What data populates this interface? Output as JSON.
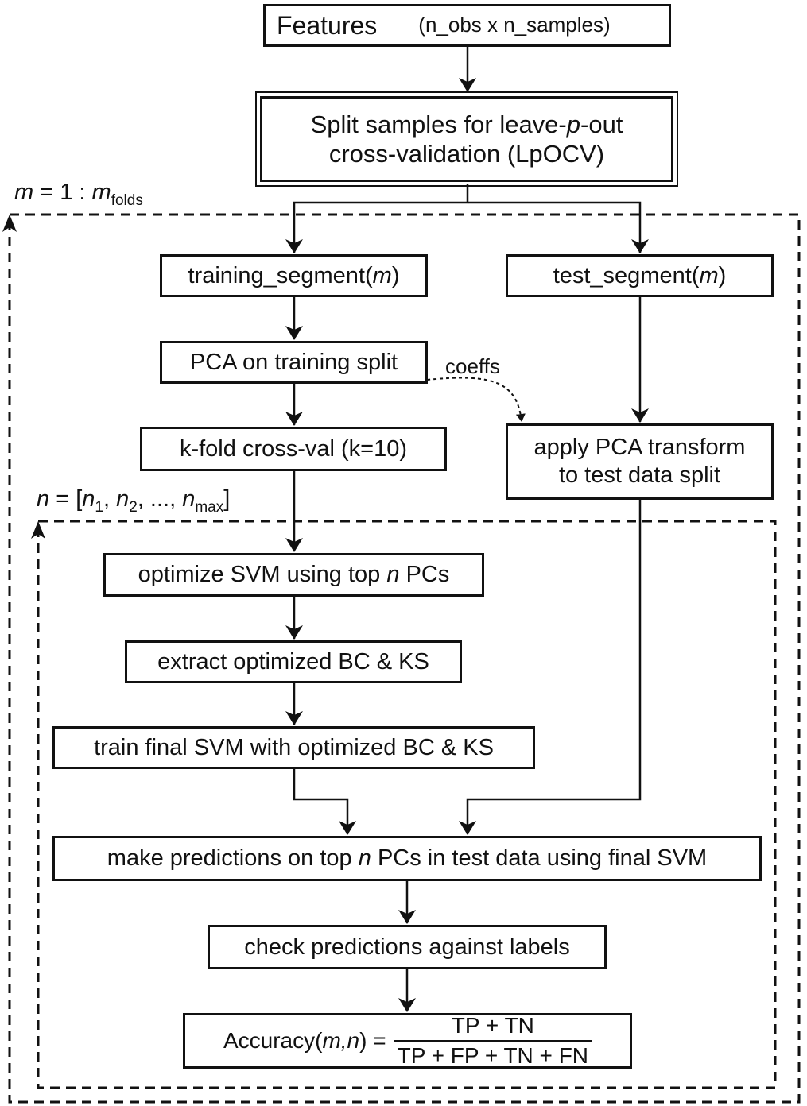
{
  "features": {
    "label": "Features",
    "dims": "(n_obs x n_samples)"
  },
  "split": {
    "line1_pre": "Split samples for leave-",
    "line1_var": "p",
    "line1_post": "-out",
    "line2": "cross-validation (LpOCV)"
  },
  "outer_loop": {
    "var": "m",
    "eq": " = 1 : ",
    "var2": "m",
    "sub": "folds"
  },
  "training_segment": {
    "pre": "training_segment(",
    "var": "m",
    "post": ")"
  },
  "test_segment": {
    "pre": "test_segment(",
    "var": "m",
    "post": ")"
  },
  "pca_training": "PCA on training split",
  "coeffs": "coeffs",
  "kfold": "k-fold cross-val (k=10)",
  "apply_pca": {
    "line1": "apply PCA transform",
    "line2": "to test data split"
  },
  "inner_loop": {
    "var": "n",
    "eq": " = [",
    "n": "n",
    "s1": "1",
    "sep1": ", ",
    "s2": "2",
    "sep2": ", ..., ",
    "smax": "max",
    "close": "]"
  },
  "optimize_svm": {
    "pre": "optimize SVM using top ",
    "var": "n",
    "post": " PCs"
  },
  "extract_opt": "extract optimized BC & KS",
  "train_final": "train final SVM with optimized BC & KS",
  "predictions": {
    "pre": "make predictions on top ",
    "var": "n",
    "post": " PCs in test data using final SVM"
  },
  "check": "check predictions against labels",
  "accuracy": {
    "pre": "Accuracy(",
    "vars": "m,n",
    "post": ") = ",
    "numerator": "TP + TN",
    "denominator": "TP + FP + TN + FN"
  }
}
